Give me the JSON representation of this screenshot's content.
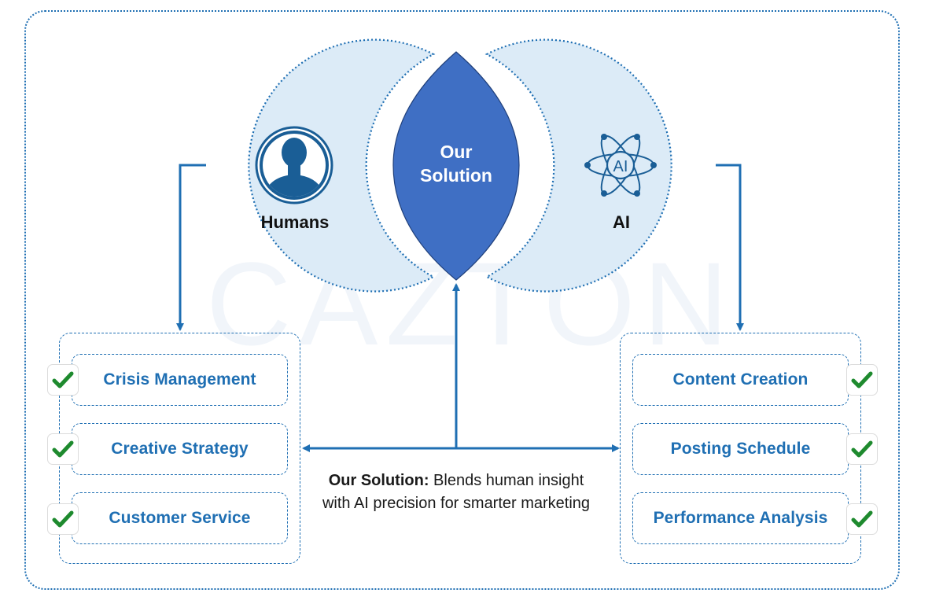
{
  "watermark": "CAZTON",
  "humans": {
    "label": "Humans",
    "icon": "person-icon"
  },
  "ai": {
    "label": "AI",
    "icon": "ai-atom-icon",
    "icon_text": "AI"
  },
  "solution": {
    "title_line1": "Our",
    "title_line2": "Solution"
  },
  "caption": {
    "bold": "Our Solution:",
    "text": " Blends human insight with AI precision for smarter marketing"
  },
  "human_tasks": [
    {
      "label": "Crisis Management",
      "checked": true
    },
    {
      "label": "Creative Strategy",
      "checked": true
    },
    {
      "label": "Customer Service",
      "checked": true
    }
  ],
  "ai_tasks": [
    {
      "label": "Content Creation",
      "checked": true
    },
    {
      "label": "Posting Schedule",
      "checked": true
    },
    {
      "label": "Performance Analysis",
      "checked": true
    }
  ],
  "colors": {
    "accent": "#1f6fb3",
    "circle_fill": "#dcebf7",
    "lens_fill": "#3f6fc4",
    "check_green": "#1e8a2e"
  }
}
